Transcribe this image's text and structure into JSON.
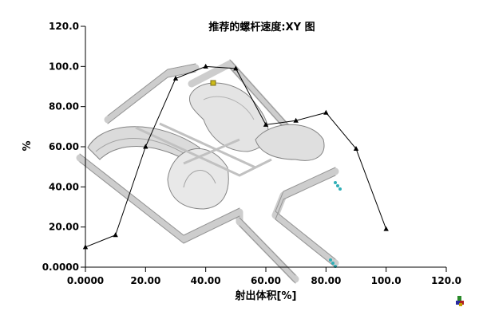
{
  "chart_data": {
    "type": "line",
    "title": "推荐的螺杆速度:XY 图",
    "xlabel": "射出体积[%]",
    "ylabel": "%",
    "xlim": [
      0,
      120
    ],
    "ylim": [
      0,
      120
    ],
    "x_ticks": [
      "0.0000",
      "20.00",
      "40.00",
      "60.00",
      "80.00",
      "100.0",
      "120.0"
    ],
    "y_ticks": [
      "0.0000",
      "20.00",
      "40.00",
      "60.00",
      "80.00",
      "100.0",
      "120.0"
    ],
    "grid": false,
    "series": [
      {
        "x": [
          0,
          10,
          20,
          30,
          40,
          50,
          60,
          70,
          80,
          90,
          100
        ],
        "y": [
          10,
          16,
          60,
          94,
          100,
          99,
          71,
          73,
          77,
          59,
          19
        ],
        "color": "#000000",
        "marker": "triangle"
      }
    ],
    "background_image": "3d-mold-part-model"
  }
}
